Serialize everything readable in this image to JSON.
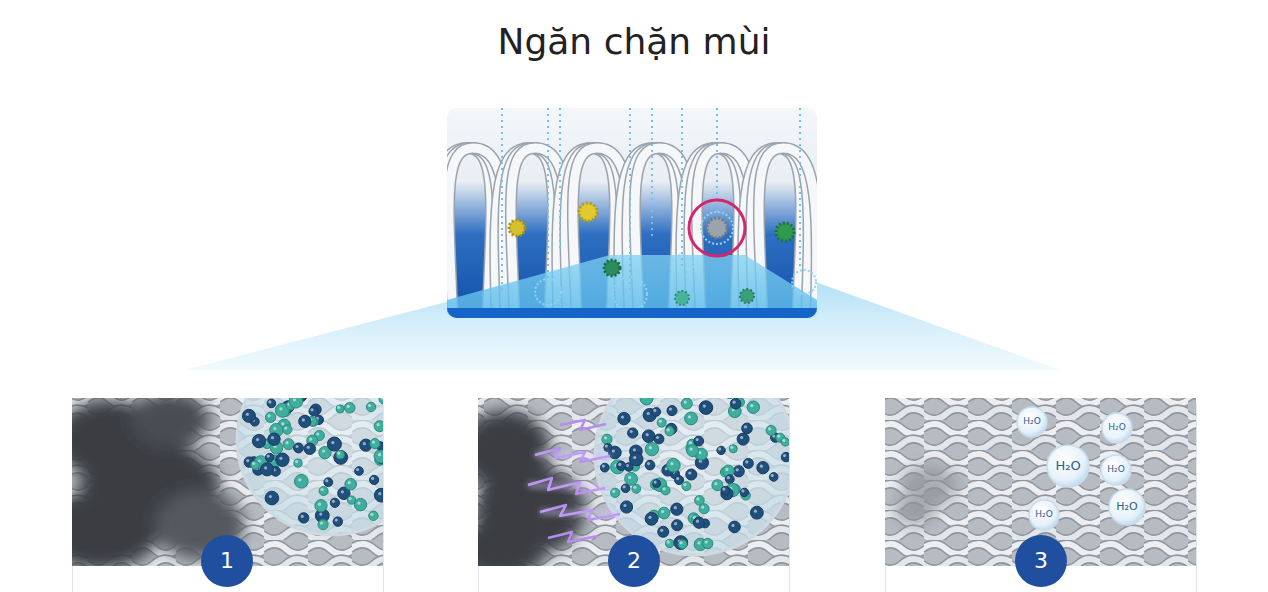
{
  "diagram": {
    "title": "Ngăn chặn mùi",
    "labels": [
      "1",
      "2",
      "3",
      "H₂O",
      "H₂O",
      "H₂O",
      "H₂O",
      "H₂O",
      "H₂O"
    ]
  }
}
